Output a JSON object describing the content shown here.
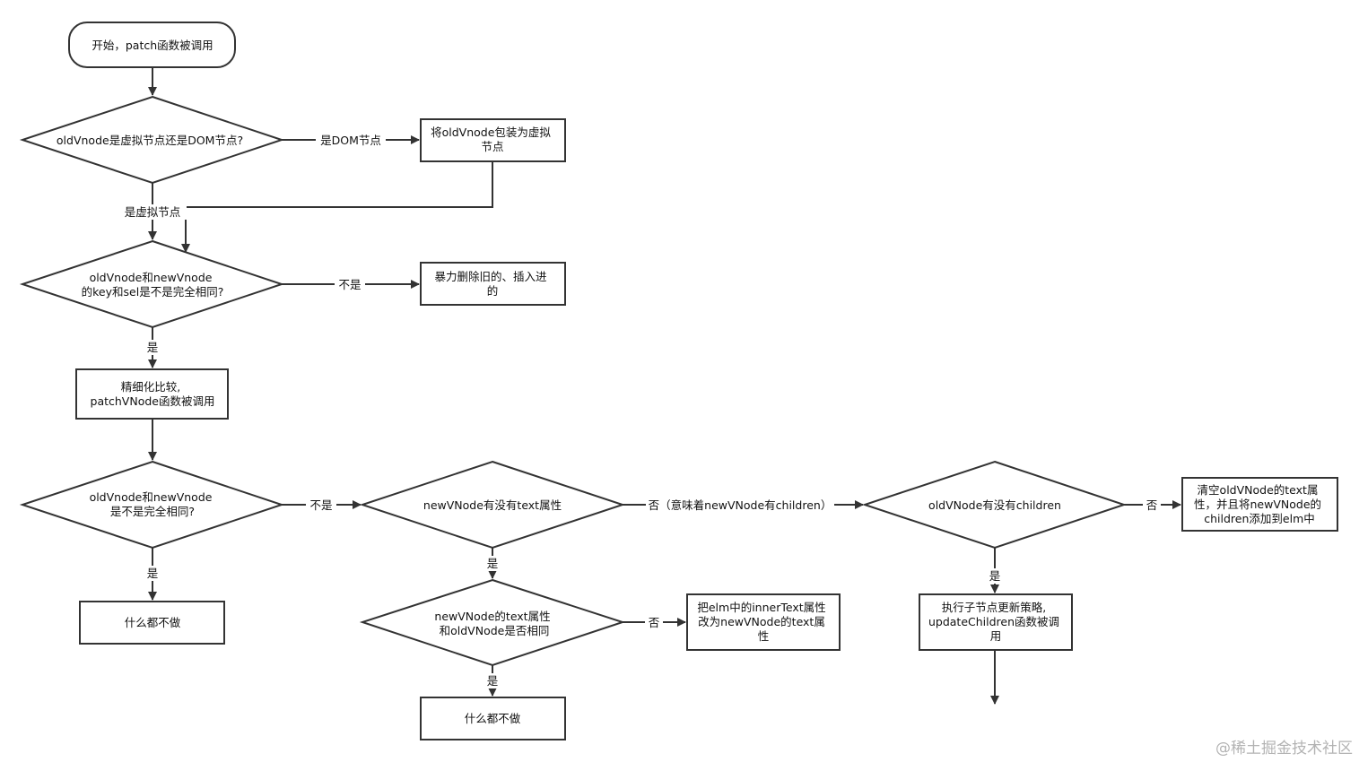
{
  "nodes": {
    "start": {
      "lines": [
        "开始，patch函数被调用"
      ]
    },
    "is_vnode": {
      "lines": [
        "oldVnode是虚拟节点还是DOM节点?"
      ]
    },
    "wrap_vnode": {
      "lines": [
        "将oldVnode包装为虚拟",
        "节点"
      ]
    },
    "same_key_sel": {
      "lines": [
        "oldVnode和newVnode",
        "的key和sel是不是完全相同?"
      ]
    },
    "brute_replace": {
      "lines": [
        "暴力删除旧的、插入进",
        "的"
      ]
    },
    "patch_vnode": {
      "lines": [
        "精细化比较,",
        "patchVNode函数被调用"
      ]
    },
    "fully_same": {
      "lines": [
        "oldVnode和newVnode",
        "是不是完全相同?"
      ]
    },
    "do_nothing_1": {
      "lines": [
        "什么都不做"
      ]
    },
    "has_text": {
      "lines": [
        "newVNode有没有text属性"
      ]
    },
    "text_same": {
      "lines": [
        "newVNode的text属性",
        "和oldVNode是否相同"
      ]
    },
    "set_inner_text": {
      "lines": [
        "把elm中的innerText属性",
        "改为newVNode的text属",
        "性"
      ]
    },
    "do_nothing_2": {
      "lines": [
        "什么都不做"
      ]
    },
    "old_has_children": {
      "lines": [
        "oldVNode有没有children"
      ]
    },
    "clear_and_add": {
      "lines": [
        "清空oldVNode的text属",
        "性，并且将newVNode的",
        "children添加到elm中"
      ]
    },
    "update_children": {
      "lines": [
        "执行子节点更新策略,",
        "updateChildren函数被调",
        "用"
      ]
    }
  },
  "edge_labels": {
    "is_dom": "是DOM节点",
    "is_virtual": "是虚拟节点",
    "not_same_1": "不是",
    "yes_1": "是",
    "not_same_2": "不是",
    "yes_2": "是",
    "no_children_means": "否（意味着newVNode有children）",
    "yes_text": "是",
    "no_text_diff": "否",
    "yes_text_same": "是",
    "no_old_children": "否",
    "yes_old_children": "是"
  },
  "watermark": "@稀土掘金技术社区"
}
